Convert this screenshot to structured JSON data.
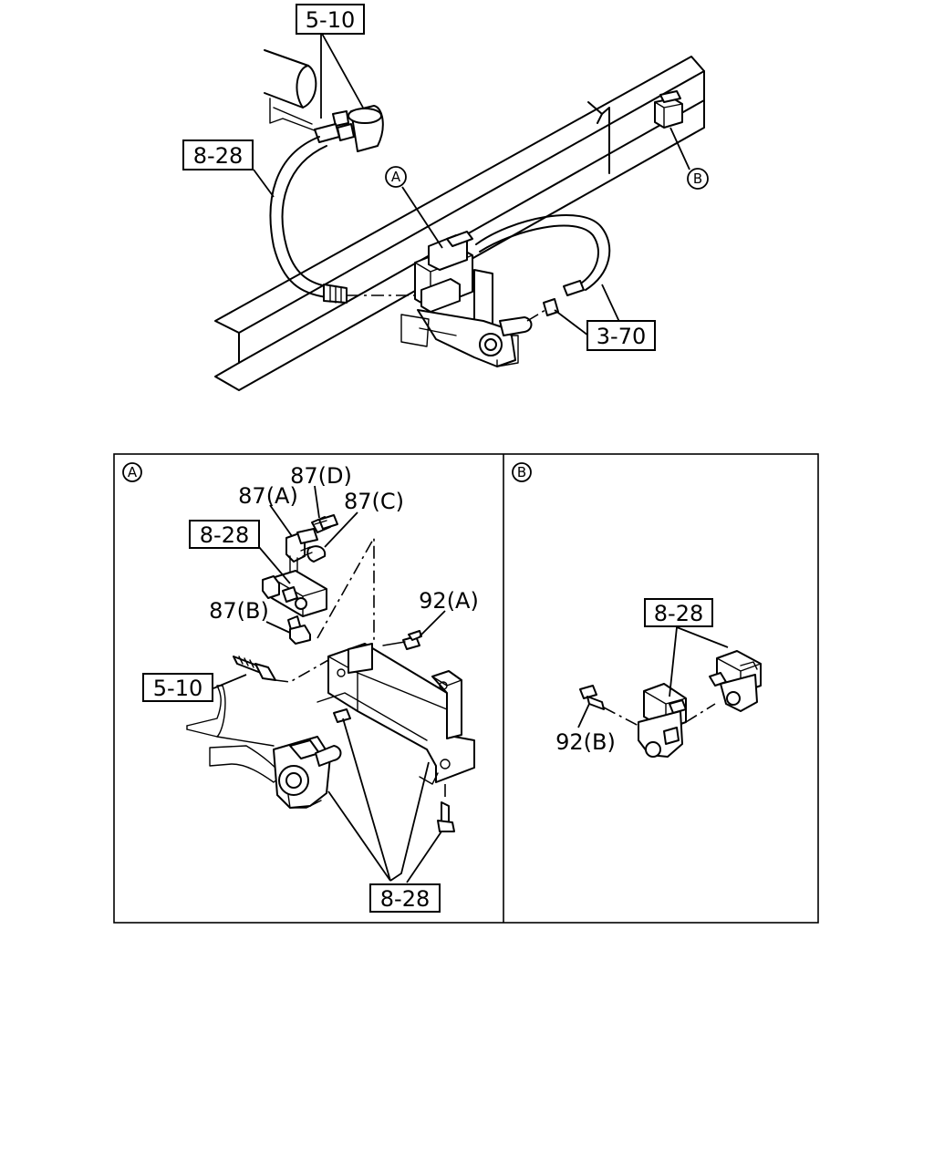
{
  "callouts": {
    "top_5_10": "5-10",
    "top_8_28": "8-28",
    "top_3_70": "3-70",
    "top_ref_a": "A",
    "top_ref_b": "B",
    "a_87d": "87(D)",
    "a_87a": "87(A)",
    "a_87c": "87(C)",
    "a_8_28_top": "8-28",
    "a_92a": "92(A)",
    "a_87b": "87(B)",
    "a_5_10": "5-10",
    "a_8_28_bottom": "8-28",
    "b_8_28": "8-28",
    "b_92b": "92(B)"
  },
  "panels": {
    "a_title": "A",
    "b_title": "B"
  }
}
